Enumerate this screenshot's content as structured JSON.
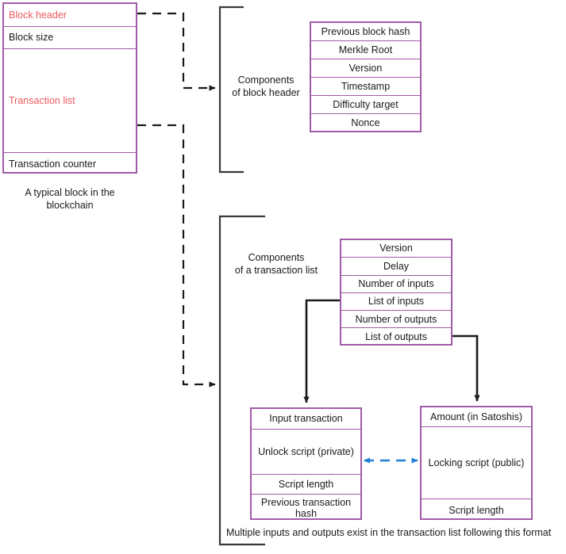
{
  "diagram": {
    "title_block": {
      "caption": "A typical block in the blockchain",
      "rows": [
        {
          "label": "Block header",
          "color": "#ec5a5e"
        },
        {
          "label": "Block size",
          "color": "#1a1a1a"
        },
        {
          "label": "Transaction list",
          "color": "#ec5a5e"
        },
        {
          "label": "Transaction counter",
          "color": "#1a1a1a"
        }
      ]
    },
    "block_header_components": {
      "label": "Components\nof block header",
      "label_line1": "Components",
      "label_line2": "of block header",
      "rows": [
        "Previous block hash",
        "Merkle Root",
        "Version",
        "Timestamp",
        "Difficulty target",
        "Nonce"
      ]
    },
    "transaction_list_components": {
      "label_line1": "Components",
      "label_line2": "of a transaction list",
      "rows": [
        "Version",
        "Delay",
        "Number of inputs",
        "List of inputs",
        "Number of outputs",
        "List of outputs"
      ]
    },
    "input_transaction": {
      "rows": [
        "Input transaction",
        "Unlock script (private)",
        "Script length",
        "Previous transaction hash"
      ]
    },
    "output_transaction": {
      "rows": [
        "Amount (in Satoshis)",
        "Locking script (public)",
        "Script length"
      ]
    },
    "bottom_note": "Multiple inputs and outputs exist in the transaction list following  this format",
    "colors": {
      "box_border": "#a15ba8",
      "highlight_text": "#ec5a5e",
      "body_text": "#1a1a1a",
      "connector_dashed": "#1a1a1a",
      "bidirectional_arrow": "#1f7fd4",
      "bracket": "#3a3a3a"
    }
  }
}
